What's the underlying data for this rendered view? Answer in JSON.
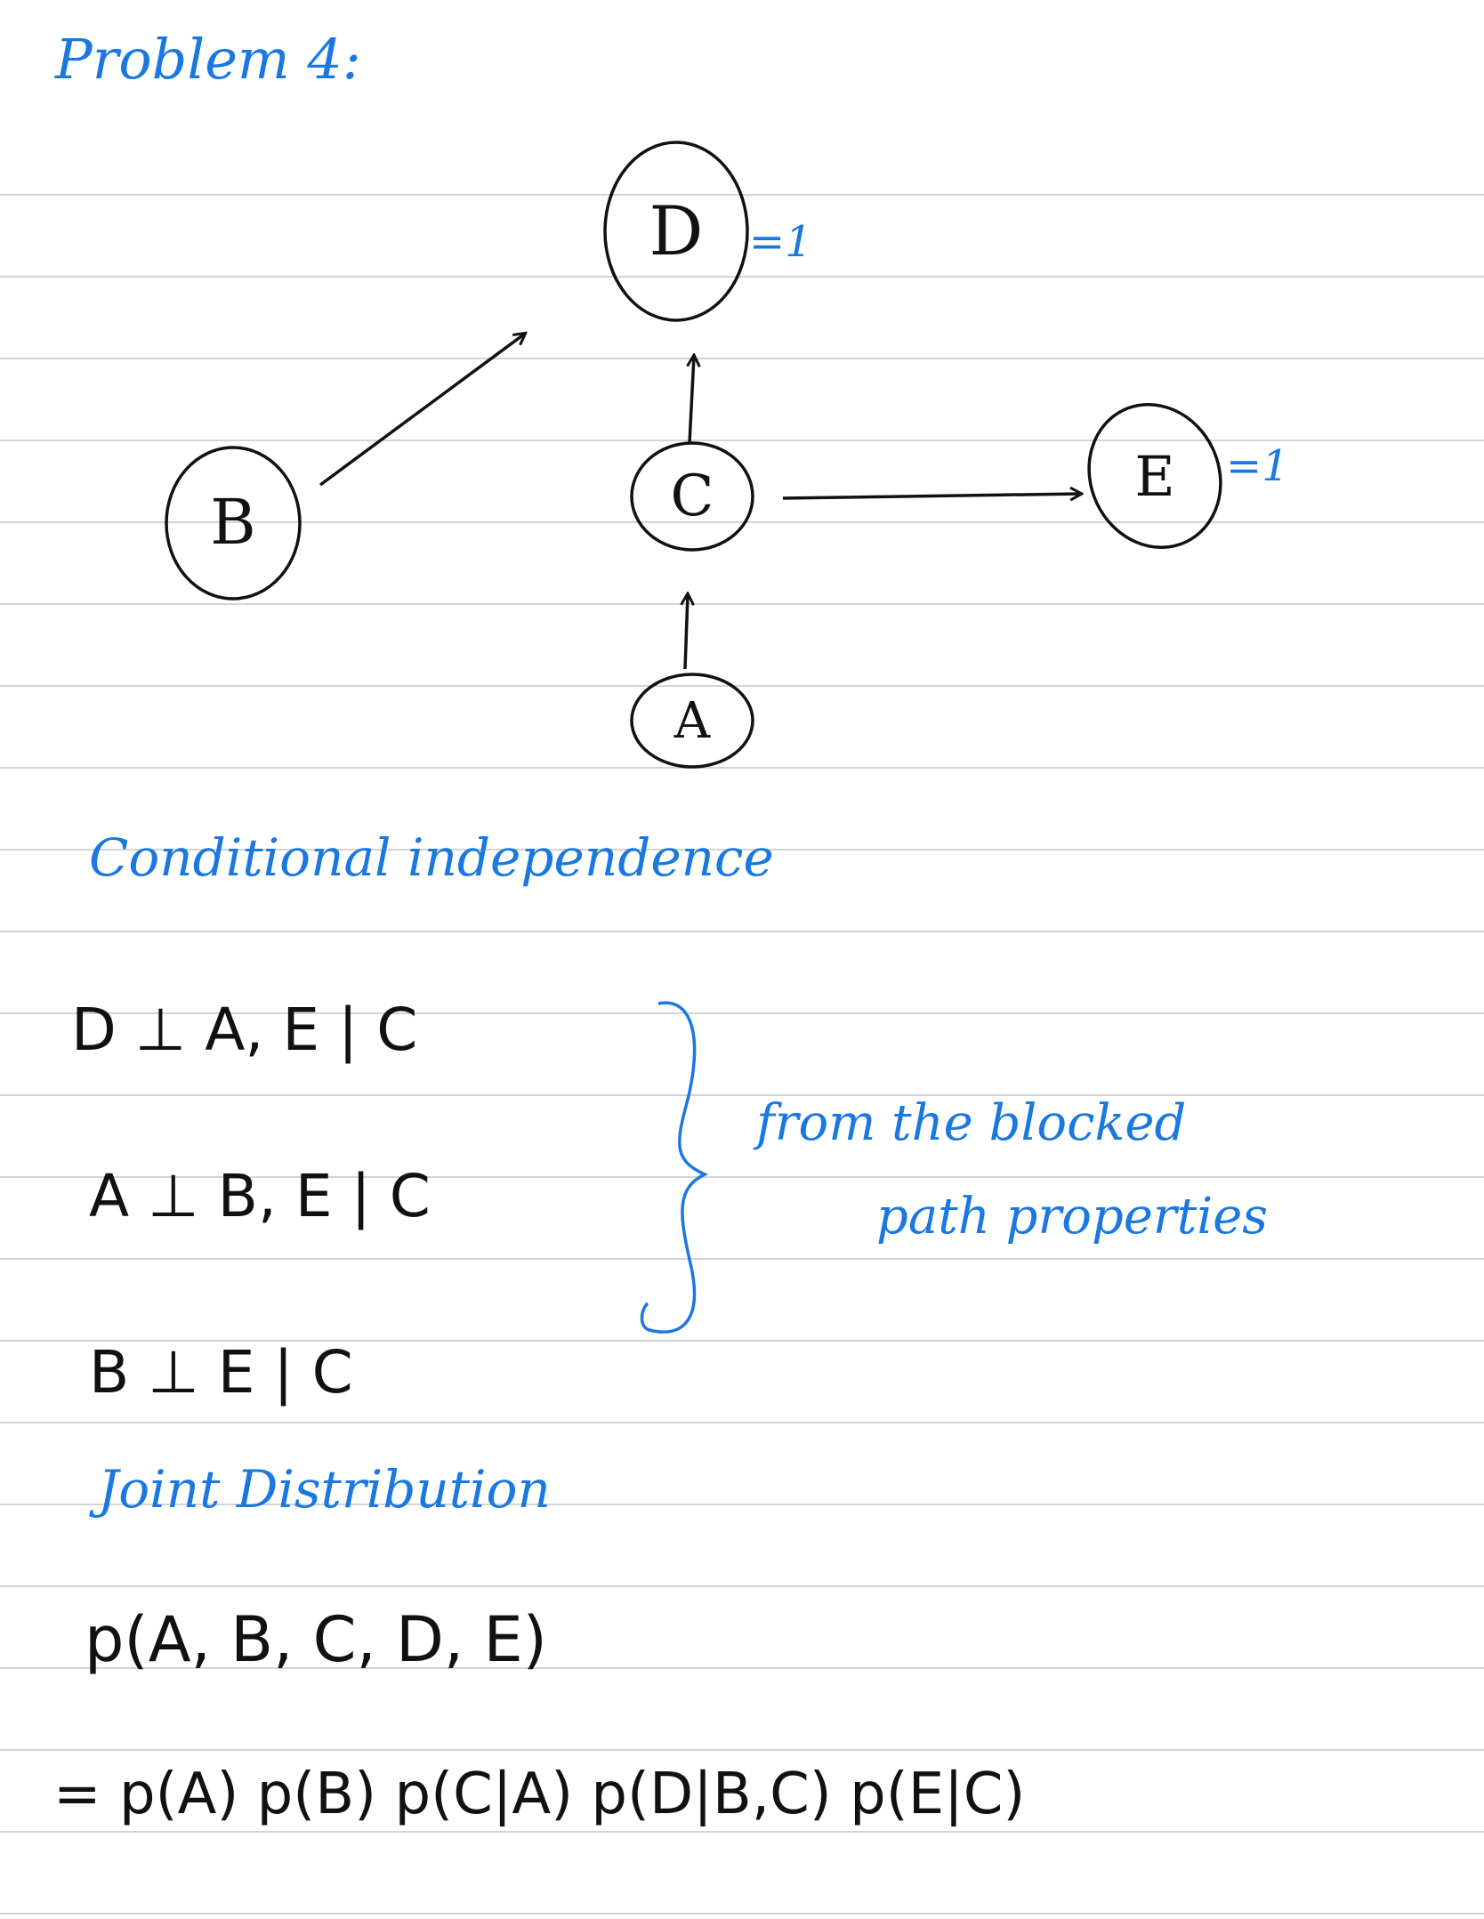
{
  "title": "Problem 4:",
  "diagram": {
    "nodes": [
      {
        "id": "A",
        "label": "A"
      },
      {
        "id": "B",
        "label": "B"
      },
      {
        "id": "C",
        "label": "C"
      },
      {
        "id": "D",
        "label": "D"
      },
      {
        "id": "E",
        "label": "E"
      }
    ],
    "edges": [
      {
        "from": "B",
        "to": "D"
      },
      {
        "from": "C",
        "to": "D"
      },
      {
        "from": "A",
        "to": "C"
      },
      {
        "from": "C",
        "to": "E"
      }
    ],
    "observed_D": "=1",
    "observed_E": "=1"
  },
  "section1": {
    "heading": "Conditional independence",
    "statements": [
      "D ⊥ A, E | C",
      "A ⊥ B, E | C",
      "B ⊥ E | C"
    ],
    "note_line1": "from the blocked",
    "note_line2": "path properties"
  },
  "section2": {
    "heading": "Joint Distribution",
    "expr": "p(A, B, C, D, E)",
    "factorization": "= p(A) p(B) p(C|A) p(D|B,C) p(E|C)"
  },
  "colors": {
    "ink_blue": "#1a78e0",
    "ink_black": "#111111",
    "rule": "#d4d4d4"
  }
}
